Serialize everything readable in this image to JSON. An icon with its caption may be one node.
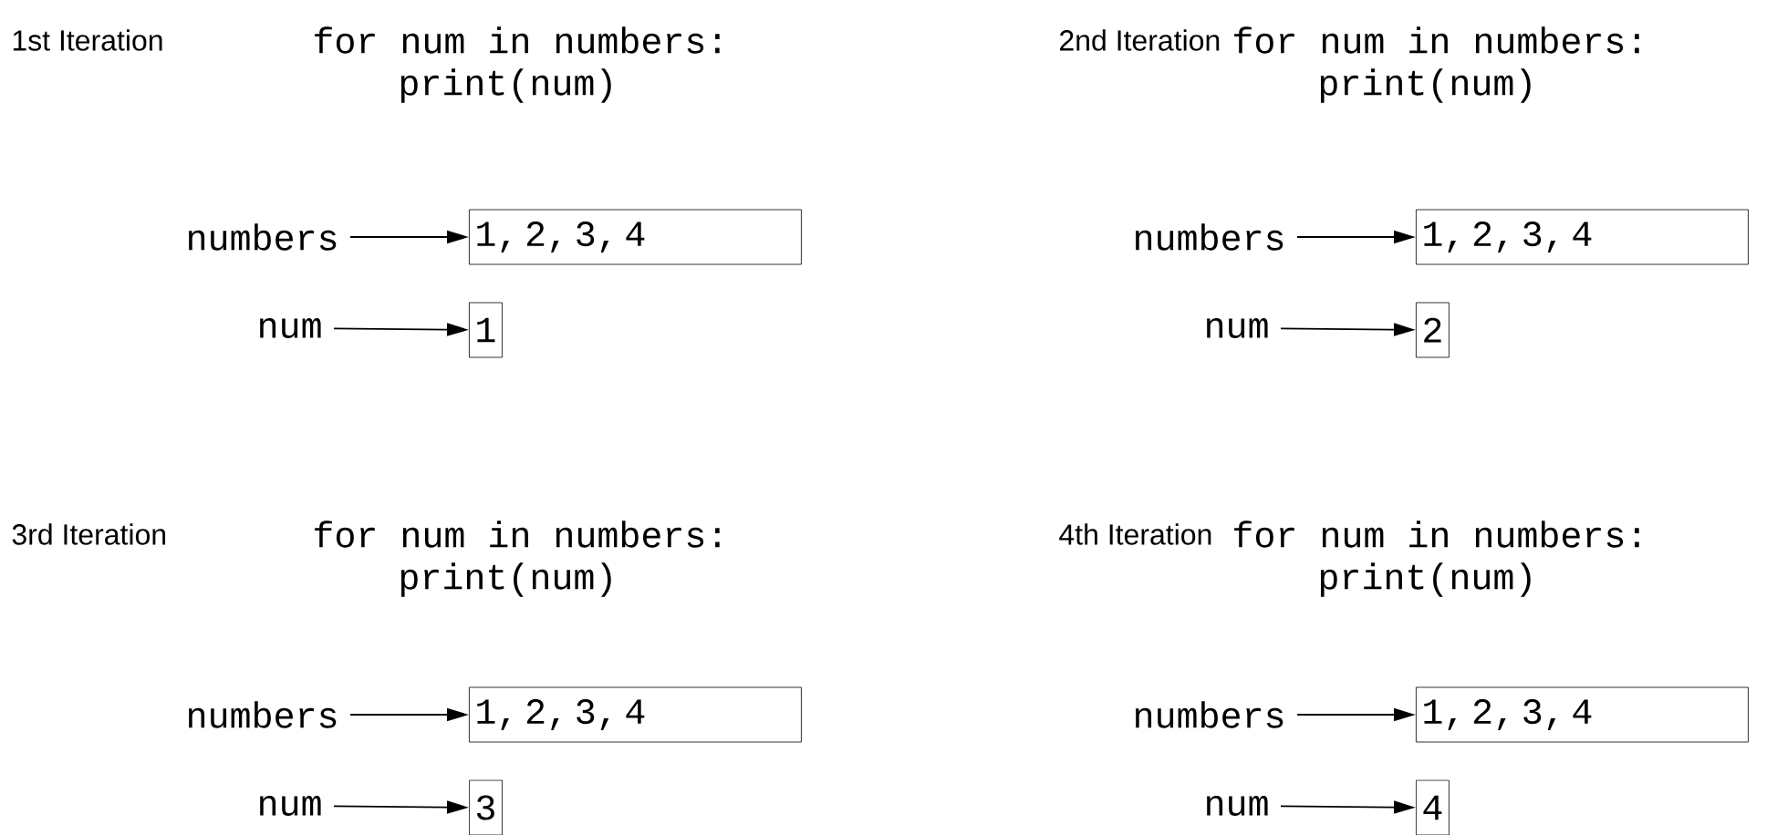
{
  "diagram": {
    "nodes": [
      {
        "text": [
          "numbers"
        ]
      },
      {
        "text": [
          "1, 2, 3, 4"
        ]
      },
      {
        "text": [
          "num"
        ]
      },
      {
        "text": [
          "1"
        ]
      },
      {
        "text": [
          "numbers"
        ]
      },
      {
        "text": [
          "1, 2, 3, 4"
        ]
      },
      {
        "text": [
          "num"
        ]
      },
      {
        "text": [
          "2"
        ]
      },
      {
        "text": [
          "numbers"
        ]
      },
      {
        "text": [
          "1, 2, 3, 4"
        ]
      },
      {
        "text": [
          "num"
        ]
      },
      {
        "text": [
          "3"
        ]
      },
      {
        "text": [
          "numbers"
        ]
      },
      {
        "text": [
          "1, 2, 3, 4"
        ]
      },
      {
        "text": [
          "num"
        ]
      },
      {
        "text": [
          "4"
        ]
      }
    ],
    "edges": [
      {
        "from": 0,
        "to": 1,
        "arrow": "to"
      },
      {
        "from": 2,
        "to": 3,
        "arrow": "to"
      },
      {
        "from": 4,
        "to": 5,
        "arrow": "to"
      },
      {
        "from": 6,
        "to": 7,
        "arrow": "to"
      },
      {
        "from": 8,
        "to": 9,
        "arrow": "to"
      },
      {
        "from": 10,
        "to": 11,
        "arrow": "to"
      },
      {
        "from": 12,
        "to": 13,
        "arrow": "to"
      },
      {
        "from": 14,
        "to": 15,
        "arrow": "to"
      }
    ],
    "labels": [
      "1st Iteration",
      "for num in numbers:",
      "print(num)",
      "2nd Iteration",
      "for num in numbers:",
      "print(num)",
      "3rd Iteration",
      "for num in numbers:",
      "print(num)",
      "4th Iteration",
      "for num in numbers:",
      "print(num)"
    ]
  }
}
